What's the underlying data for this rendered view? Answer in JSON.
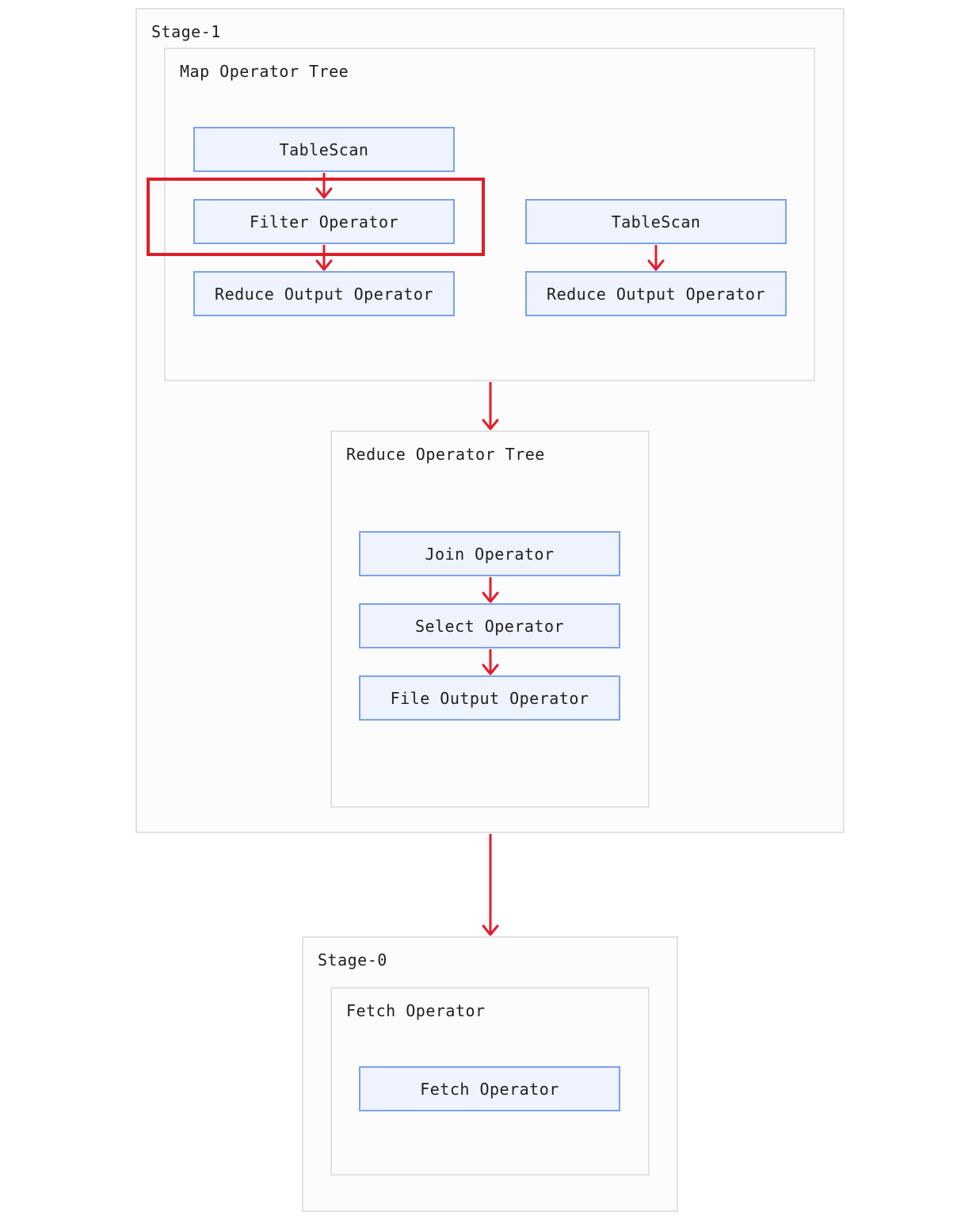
{
  "stages": {
    "stage1": {
      "title": "Stage-1",
      "map_tree": {
        "title": "Map Operator Tree",
        "left_chain": [
          "TableScan",
          "Filter Operator",
          "Reduce Output Operator"
        ],
        "right_chain": [
          "TableScan",
          "Reduce Output Operator"
        ]
      },
      "reduce_tree": {
        "title": "Reduce Operator Tree",
        "chain": [
          "Join Operator",
          "Select Operator",
          "File Output Operator"
        ]
      }
    },
    "stage0": {
      "title": "Stage-0",
      "fetch_group": {
        "title": "Fetch Operator",
        "node": "Fetch Operator"
      }
    }
  },
  "colors": {
    "arrow": "#e01e2b",
    "highlight": "#e01e2b",
    "node_fill": "#eef3fd",
    "node_border": "#7ba2ec",
    "group_border": "#e2e2e2"
  }
}
